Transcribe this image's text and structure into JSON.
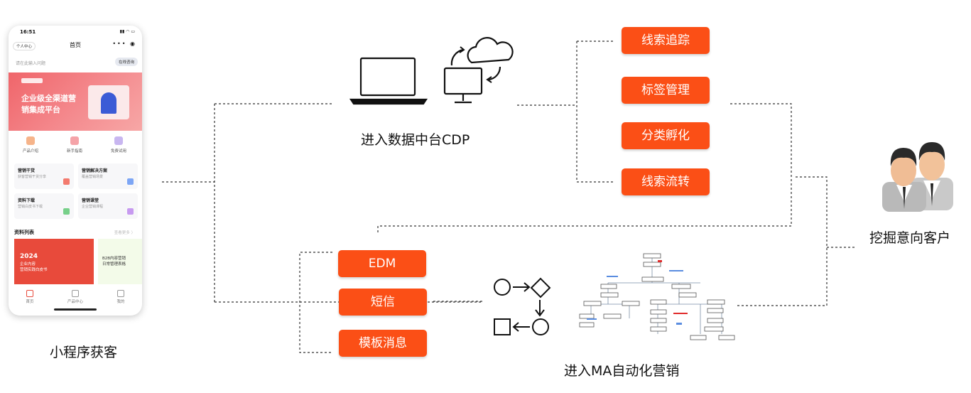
{
  "labels": {
    "phone_caption": "小程序获客",
    "cdp_caption": "进入数据中台CDP",
    "ma_caption": "进入MA自动化营销",
    "customer_caption": "挖掘意向客户"
  },
  "cdp_features": [
    "线索追踪",
    "标签管理",
    "分类孵化",
    "线索流转"
  ],
  "ma_channels": [
    "EDM",
    "短信",
    "模板消息"
  ],
  "phone": {
    "time": "16:51",
    "user_label": "个人中心",
    "page_title": "首页",
    "search_placeholder": "请在此输入问题",
    "support_label": "在线咨询",
    "banner_line1": "企业级全渠道营",
    "banner_line2": "销集成平台",
    "quick_icons": [
      "产品介绍",
      "新手指南",
      "免费试用"
    ],
    "cards": [
      {
        "title": "营销干货",
        "desc": "获客营销干货分享"
      },
      {
        "title": "营销解决方案",
        "desc": "覆盖营销场景"
      },
      {
        "title": "资料下载",
        "desc": "营销白皮书下载"
      },
      {
        "title": "营销课堂",
        "desc": "企业营销课程"
      }
    ],
    "list_title": "资料列表",
    "list_more": "查看更多 〉",
    "report1_year": "2024",
    "report1_line1": "企业内容",
    "report1_line2": "营销实践白皮书",
    "report2_line1": "B2B内容营销",
    "report2_line2": "日常管理表格",
    "tabs": [
      "首页",
      "产品中心",
      "我的"
    ]
  },
  "colors": {
    "accent": "#fb4f16",
    "banner": "#f0656a",
    "dashed_line": "#333333"
  }
}
